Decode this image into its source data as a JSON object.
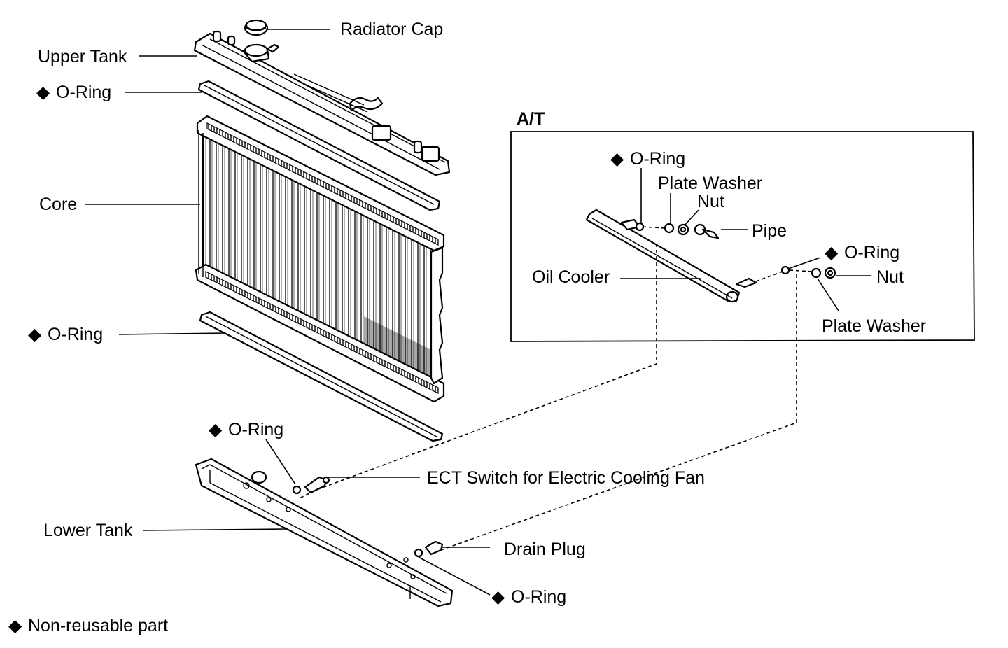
{
  "legend": {
    "bullet": "◆",
    "text": "Non-reusable part"
  },
  "labels": {
    "radiator_cap": "Radiator Cap",
    "upper_tank": "Upper Tank",
    "o_ring": "O-Ring",
    "core": "Core",
    "lower_tank": "Lower Tank",
    "ect_switch": "ECT Switch for Electric Cooling Fan",
    "drain_plug": "Drain Plug"
  },
  "at_panel": {
    "title": "A/T",
    "o_ring": "O-Ring",
    "plate_washer": "Plate Washer",
    "nut": "Nut",
    "pipe": "Pipe",
    "oil_cooler": "Oil Cooler"
  },
  "colors": {
    "ink": "#000000",
    "paper": "#ffffff"
  }
}
